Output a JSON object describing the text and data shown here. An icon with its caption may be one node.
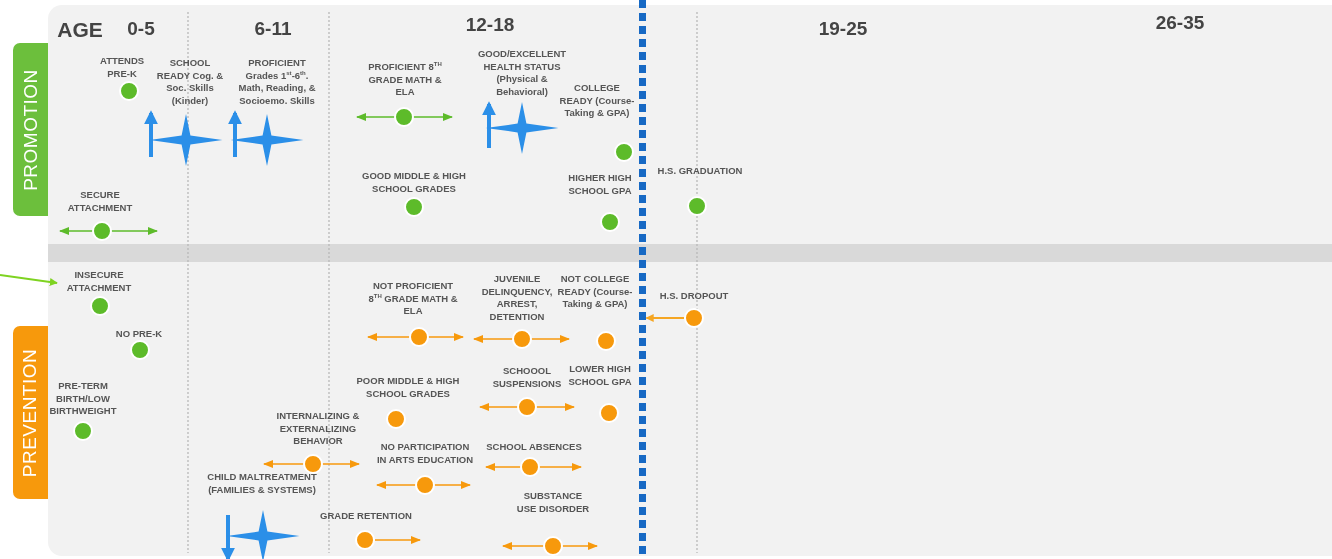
{
  "diagram": {
    "nodes": [
      {
        "text": [
          "PROMOTION"
        ]
      },
      {
        "text": [
          "PREVENTION"
        ]
      },
      {
        "text": [
          "ATTENDS PRE-K"
        ]
      },
      {
        "text": [
          "SCHOOL READY Cog. & Soc. Skills (Kinder)"
        ]
      },
      {
        "text": [
          "PROFICIENT Grades 1$^{st}$-6$^{th}$. Math, Reading, & Socioemo. Skills"
        ]
      },
      {
        "text": [
          "PROFICIENT 8$^{TH}$ GRADE MATH & ELA"
        ]
      },
      {
        "text": [
          "GOOD/EXCELLENT HEALTH STATUS (Physical & Behavioral)"
        ]
      },
      {
        "text": [
          "COLLEGE READY (Course-Taking & GPA)"
        ]
      },
      {
        "text": [
          "GOOD MIDDLE & HIGH SCHOOL GRADES"
        ]
      },
      {
        "text": [
          "HIGHER HIGH SCHOOL GPA"
        ]
      },
      {
        "text": [
          "H.S. GRADUATION"
        ]
      },
      {
        "text": [
          "SECURE ATTACHMENT"
        ]
      },
      {
        "text": [
          "INSECURE ATTACHMENT"
        ]
      },
      {
        "text": [
          "NO PRE-K"
        ]
      },
      {
        "text": [
          "PRE-TERM BIRTH/LOW BIRTHWEIGHT"
        ]
      },
      {
        "text": [
          "NOT PROFICIENT 8$^{TH}$ GRADE MATH & ELA"
        ]
      },
      {
        "text": [
          "JUVENILE DELINQUENCY, ARREST, DETENTION"
        ]
      },
      {
        "text": [
          "NOT COLLEGE READY (Course-Taking & GPA)"
        ]
      },
      {
        "text": [
          "H.S. DROPOUT"
        ]
      },
      {
        "text": [
          "POOR MIDDLE & HIGH SCHOOL GRADES"
        ]
      },
      {
        "text": [
          "SCHOOOL SUSPENSIONS"
        ]
      },
      {
        "text": [
          "LOWER HIGH SCHOOL GPA"
        ]
      },
      {
        "text": [
          "INTERNALIZING & EXTERNALIZING BEHAVIOR"
        ]
      },
      {
        "text": [
          "NO PARTICIPATION IN ARTS EDUCATION"
        ]
      },
      {
        "text": [
          "SCHOOL ABSENCES"
        ]
      },
      {
        "text": [
          "CHILD MALTREATMENT (FAMILIES & SYSTEMS)"
        ]
      },
      {
        "text": [
          "GRADE RETENTION"
        ]
      },
      {
        "text": [
          "SUBSTANCE USE DISORDER"
        ]
      },
      {
        "text": [],
        "shape": "bar"
      }
    ],
    "edges": [
      {
        "from": null,
        "to": 12,
        "arrow": "to",
        "color": "#7ed321"
      },
      {
        "from": 18,
        "to": 28,
        "arrow": "to",
        "color": "#f5a623"
      }
    ],
    "labels": [
      "AGE",
      "0-5",
      "6-11",
      "12-18",
      "19-25",
      "26-35"
    ]
  }
}
